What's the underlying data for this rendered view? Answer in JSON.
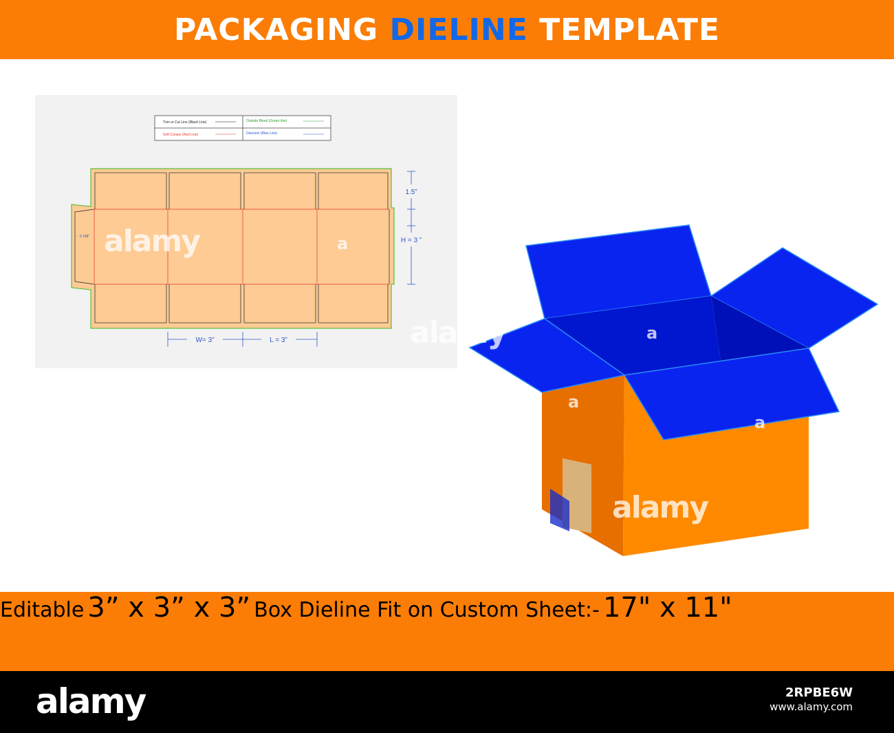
{
  "header": {
    "title_part1": "PACKAGING",
    "title_accent": "DIELINE",
    "title_part2": "TEMPLATE"
  },
  "legend": {
    "cut_prefix": "Trim or Cut  Line (",
    "cut_italic": "Black Line",
    "crease_prefix": "Soft Crease (",
    "crease_italic": "Red  Line",
    "bleed_prefix": "Outside Bleed (",
    "bleed_italic": "Green line",
    "dimension_prefix": "Diension (",
    "dimension_italic": "Blue Line",
    "close_paren": ")"
  },
  "dimensions": {
    "flap_height": "1.5”",
    "height": "H = 3 ”",
    "width": "W= 3”",
    "length": "L = 3”",
    "glue_flap": "0.748”"
  },
  "caption": {
    "editable": "Editable",
    "box_size": "3” x 3” x 3”",
    "fit_text": "Box Dieline Fit on Custom Sheet:-",
    "sheet_size": "17\" x 11\""
  },
  "watermark": {
    "word": "alamy",
    "letter": "a"
  },
  "footer": {
    "logo": "alamy",
    "image_id": "2RPBE6W",
    "site": "www.alamy.com"
  },
  "colors": {
    "banner_orange": "#fb7d06",
    "accent_blue": "#1268e6",
    "dieline_fill": "#fdcb93",
    "crease_red": "#e8352b",
    "bleed_green": "#59c13f",
    "dimension_blue": "#2a57c9",
    "box_blue": "#0a20f5",
    "box_orange": "#ff8a00"
  }
}
